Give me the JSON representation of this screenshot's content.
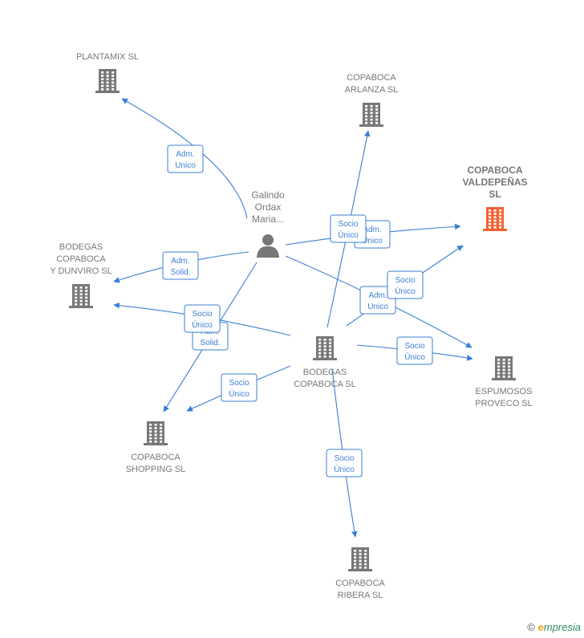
{
  "colors": {
    "edge": "#3b7fd4",
    "building": "#777777",
    "building_highlight": "#f26232",
    "person": "#777777"
  },
  "nodes": [
    {
      "id": "plantamix",
      "type": "company",
      "icon": "building-icon",
      "lines": [
        "PLANTAMIX  SL"
      ]
    },
    {
      "id": "arlanza",
      "type": "company",
      "icon": "building-icon",
      "lines": [
        "COPABOCA",
        "ARLANZA  SL"
      ]
    },
    {
      "id": "valdepenas",
      "type": "company",
      "icon": "building-icon",
      "highlight": true,
      "lines": [
        "COPABOCA",
        "VALDEPEÑAS",
        "SL"
      ]
    },
    {
      "id": "galindo",
      "type": "person",
      "icon": "person-icon",
      "lines": [
        "Galindo",
        "Ordax",
        "Maria..."
      ]
    },
    {
      "id": "dunviro",
      "type": "company",
      "icon": "building-icon",
      "lines": [
        "BODEGAS",
        "COPABOCA",
        "Y DUNVIRO  SL"
      ]
    },
    {
      "id": "bodegas",
      "type": "company",
      "icon": "building-icon",
      "lines": [
        "BODEGAS",
        "COPABOCA SL"
      ]
    },
    {
      "id": "espumosos",
      "type": "company",
      "icon": "building-icon",
      "lines": [
        "ESPUMOSOS",
        "PROVECO  SL"
      ]
    },
    {
      "id": "shopping",
      "type": "company",
      "icon": "building-icon",
      "lines": [
        "COPABOCA",
        "SHOPPING  SL"
      ]
    },
    {
      "id": "ribera",
      "type": "company",
      "icon": "building-icon",
      "lines": [
        "COPABOCA",
        "RIBERA  SL"
      ]
    }
  ],
  "edges": [
    {
      "from": "galindo",
      "to": "plantamix",
      "lines": [
        "Adm.",
        "Unico"
      ]
    },
    {
      "from": "galindo",
      "to": "dunviro",
      "lines": [
        "Adm.",
        "Solid."
      ]
    },
    {
      "from": "galindo",
      "to": "valdepenas",
      "lines": [
        "Adm.",
        "Unico"
      ]
    },
    {
      "from": "galindo",
      "to": "espumosos",
      "lines": [
        "Adm.",
        "Unico"
      ]
    },
    {
      "from": "galindo",
      "to": "shopping",
      "lines": [
        "Adm.",
        "Solid."
      ]
    },
    {
      "from": "bodegas",
      "to": "dunviro",
      "lines": [
        "Socio",
        "Único"
      ]
    },
    {
      "from": "bodegas",
      "to": "arlanza",
      "lines": [
        "Socio",
        "Único"
      ]
    },
    {
      "from": "bodegas",
      "to": "valdepenas",
      "lines": [
        "Socio",
        "Único"
      ]
    },
    {
      "from": "bodegas",
      "to": "espumosos",
      "lines": [
        "Socio",
        "Único"
      ]
    },
    {
      "from": "bodegas",
      "to": "shopping",
      "lines": [
        "Socio",
        "Único"
      ]
    },
    {
      "from": "bodegas",
      "to": "ribera",
      "lines": [
        "Socio",
        "Único"
      ]
    }
  ],
  "footer": {
    "copyright": "©",
    "brand_e": "e",
    "brand_rest": "mpresia"
  }
}
